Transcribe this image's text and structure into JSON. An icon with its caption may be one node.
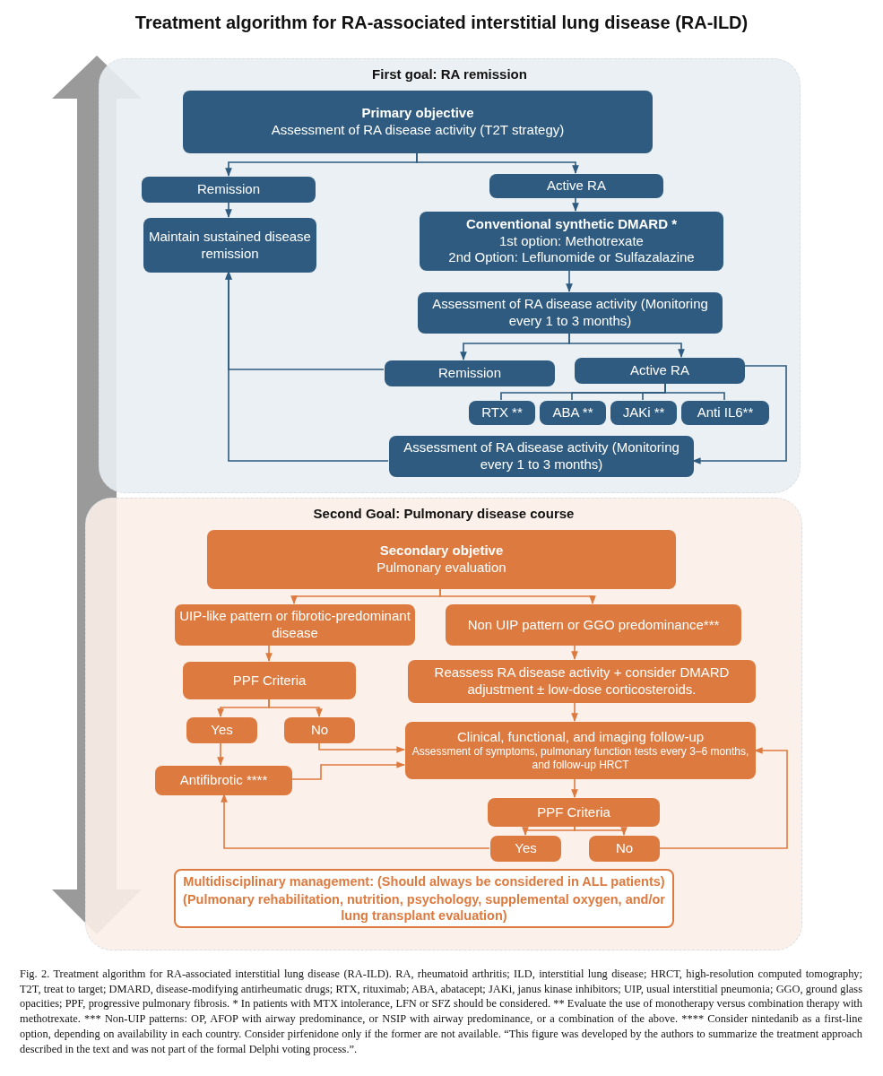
{
  "diagram": {
    "title": "Treatment algorithm for RA-associated interstitial lung disease (RA-ILD)",
    "caption": "Fig. 2. Treatment algorithm for RA-associated interstitial lung disease (RA-ILD). RA, rheumatoid arthritis; ILD, interstitial lung disease; HRCT, high-resolution computed tomography; T2T, treat to target; DMARD, disease-modifying antirheumatic drugs; RTX, rituximab; ABA, abatacept; JAKi, janus kinase inhibitors; UIP, usual interstitial pneumonia; GGO, ground glass opacities; PPF, progressive pulmonary fibrosis. * In patients with MTX intolerance, LFN or SFZ should be considered. ** Evaluate the use of monotherapy versus combination therapy with methotrexate. *** Non-UIP patterns: OP, AFOP with airway predominance, or NSIP with airway predominance, or a combination of the above. **** Consider nintedanib as a first-line option, depending on availability in each country. Consider pirfenidone only if the former are not available. “This figure was developed by the authors to summarize the treatment approach described in the text and was not part of the formal Delphi voting process.”.",
    "nodes": [
      {
        "text": [
          "First goal: RA remission"
        ]
      },
      {
        "text": [
          "Primary objective",
          "Assessment of RA disease activity (T2T strategy)"
        ],
        "in": 0
      },
      {
        "text": [
          "Remission"
        ],
        "in": 0
      },
      {
        "text": [
          "Active RA"
        ],
        "in": 0
      },
      {
        "text": [
          "Maintain sustained disease remission"
        ],
        "in": 0
      },
      {
        "text": [
          "Conventional synthetic DMARD *",
          "1st option: Methotrexate",
          "2nd Option: Leflunomide or Sulfazalazine"
        ],
        "in": 0
      },
      {
        "text": [
          "Assessment of RA disease activity (Monitoring every 1 to 3 months)"
        ],
        "in": 0
      },
      {
        "text": [
          "Remission"
        ],
        "in": 0
      },
      {
        "text": [
          "Active RA"
        ],
        "in": 0
      },
      {
        "text": [
          "RTX **"
        ],
        "in": 0
      },
      {
        "text": [
          "ABA **"
        ],
        "in": 0
      },
      {
        "text": [
          "JAKi **"
        ],
        "in": 0
      },
      {
        "text": [
          "Anti IL6**"
        ],
        "in": 0
      },
      {
        "text": [
          "Assessment of RA disease activity (Monitoring every 1 to 3 months)"
        ],
        "in": 0
      },
      {
        "text": [
          "Second Goal: Pulmonary disease course"
        ]
      },
      {
        "text": [
          "Secondary objetive",
          "Pulmonary evaluation"
        ],
        "in": 14
      },
      {
        "text": [
          "UIP-like pattern or fibrotic-predominant disease"
        ],
        "in": 14
      },
      {
        "text": [
          "Non UIP pattern or GGO predominance***"
        ],
        "in": 14
      },
      {
        "text": [
          "PPF Criteria"
        ],
        "in": 14
      },
      {
        "text": [
          "Reassess RA disease activity + consider DMARD adjustment ± low-dose corticosteroids."
        ],
        "in": 14
      },
      {
        "text": [
          "Yes"
        ],
        "in": 14
      },
      {
        "text": [
          "No"
        ],
        "in": 14
      },
      {
        "text": [
          "Clinical, functional, and imaging follow-up",
          "Assessment of symptoms, pulmonary function tests every 3–6 months, and follow-up HRCT"
        ],
        "in": 14
      },
      {
        "text": [
          "Antifibrotic ****"
        ],
        "in": 14
      },
      {
        "text": [
          "PPF Criteria"
        ],
        "in": 14
      },
      {
        "text": [
          "Yes"
        ],
        "in": 14
      },
      {
        "text": [
          "No"
        ],
        "in": 14
      },
      {
        "text": [
          "Multidisciplinary management: (Should always be considered in ALL patients)",
          "(Pulmonary rehabilitation, nutrition, psychology, supplemental oxygen, and/or lung transplant evaluation)"
        ],
        "in": 14
      }
    ],
    "edges": [
      {
        "from": 1,
        "to": 2,
        "arrow": "to",
        "color": "#2e5b7f"
      },
      {
        "from": 1,
        "to": 3,
        "arrow": "to",
        "color": "#2e5b7f"
      },
      {
        "from": 2,
        "to": 4,
        "arrow": "to",
        "color": "#2e5b7f"
      },
      {
        "from": 3,
        "to": 5,
        "arrow": "to",
        "color": "#2e5b7f"
      },
      {
        "from": 5,
        "to": 6,
        "arrow": "to",
        "color": "#2e5b7f"
      },
      {
        "from": 6,
        "to": 7,
        "arrow": "to",
        "color": "#2e5b7f"
      },
      {
        "from": 6,
        "to": 8,
        "arrow": "to",
        "color": "#2e5b7f"
      },
      {
        "from": 7,
        "to": 4,
        "arrow": "to",
        "color": "#2e5b7f"
      },
      {
        "from": 13,
        "to": 4,
        "arrow": "to",
        "color": "#2e5b7f"
      },
      {
        "from": 8,
        "to": 9,
        "arrow": "none",
        "color": "#2e5b7f"
      },
      {
        "from": 8,
        "to": 10,
        "arrow": "none",
        "color": "#2e5b7f"
      },
      {
        "from": 8,
        "to": 11,
        "arrow": "none",
        "color": "#2e5b7f"
      },
      {
        "from": 8,
        "to": 12,
        "arrow": "none",
        "color": "#2e5b7f"
      },
      {
        "from": 8,
        "to": 13,
        "arrow": "to",
        "color": "#2e5b7f"
      },
      {
        "from": 15,
        "to": 16,
        "arrow": "to"
      },
      {
        "from": 15,
        "to": 17,
        "arrow": "to"
      },
      {
        "from": 16,
        "to": 18,
        "arrow": "to"
      },
      {
        "from": 17,
        "to": 19,
        "arrow": "to"
      },
      {
        "from": 18,
        "to": 20,
        "arrow": "to"
      },
      {
        "from": 18,
        "to": 21,
        "arrow": "to"
      },
      {
        "from": 19,
        "to": 22,
        "arrow": "to"
      },
      {
        "from": 21,
        "to": 22,
        "arrow": "to"
      },
      {
        "from": 20,
        "to": 23,
        "arrow": "to"
      },
      {
        "from": 23,
        "to": 22,
        "arrow": "to"
      },
      {
        "from": 22,
        "to": 24,
        "arrow": "to"
      },
      {
        "from": 24,
        "to": 25,
        "arrow": "to"
      },
      {
        "from": 24,
        "to": 26,
        "arrow": "to"
      },
      {
        "from": 25,
        "to": 23,
        "arrow": "to"
      },
      {
        "from": 26,
        "to": 22,
        "arrow": "to"
      }
    ]
  }
}
